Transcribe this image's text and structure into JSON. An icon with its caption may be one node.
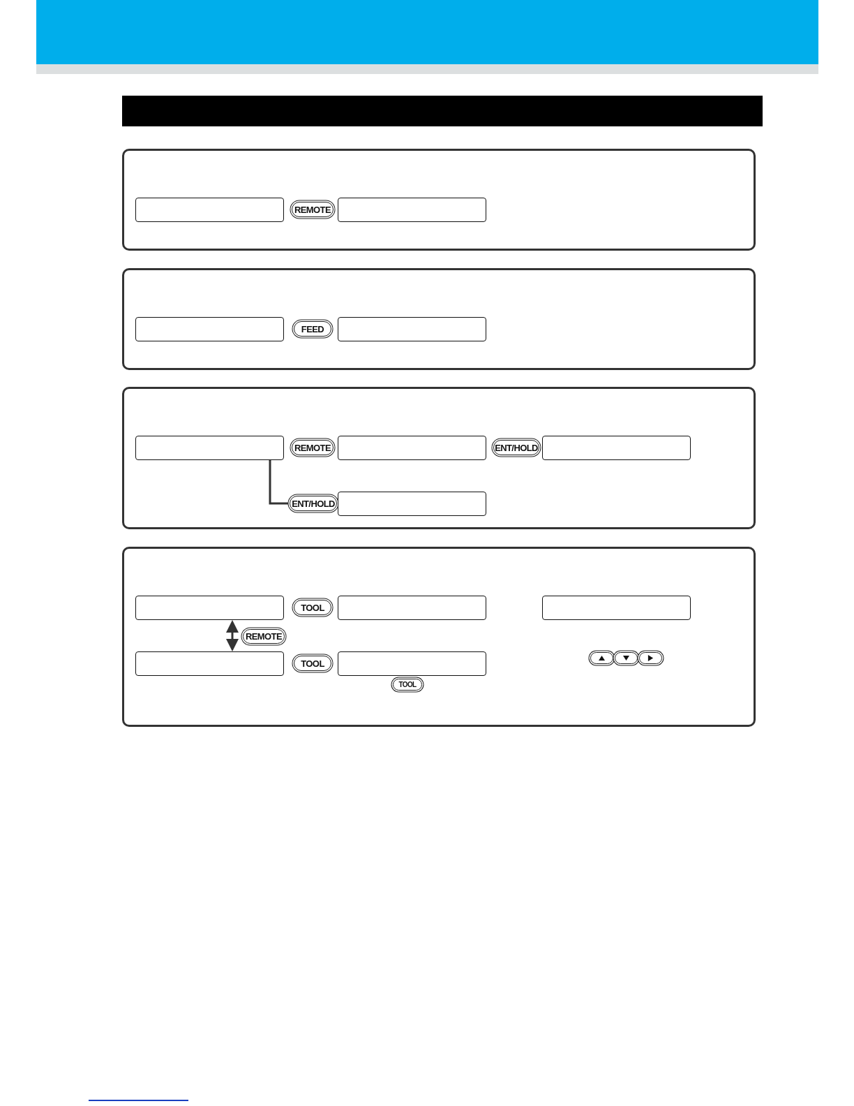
{
  "diagram": {
    "nodes": [
      {
        "text": [],
        "shape": "bar"
      },
      {
        "text": [],
        "shape": "box"
      },
      {
        "text": [],
        "shape": "box",
        "in": 1
      },
      {
        "text": [
          "REMOTE"
        ],
        "in": 1
      },
      {
        "text": [],
        "shape": "box",
        "in": 1
      },
      {
        "text": [],
        "shape": "box"
      },
      {
        "text": [],
        "shape": "box",
        "in": 5
      },
      {
        "text": [
          "FEED"
        ],
        "in": 5
      },
      {
        "text": [],
        "shape": "box",
        "in": 5
      },
      {
        "text": [],
        "shape": "box"
      },
      {
        "text": [],
        "shape": "box",
        "in": 9
      },
      {
        "text": [
          "REMOTE"
        ],
        "in": 9
      },
      {
        "text": [],
        "shape": "box",
        "in": 9
      },
      {
        "text": [
          "ENT/HOLD"
        ],
        "in": 9
      },
      {
        "text": [],
        "shape": "box",
        "in": 9
      },
      {
        "text": [
          "ENT/HOLD"
        ],
        "in": 9
      },
      {
        "text": [],
        "shape": "box",
        "in": 9
      },
      {
        "text": [],
        "shape": "box"
      },
      {
        "text": [],
        "shape": "box",
        "in": 17
      },
      {
        "text": [
          "TOOL"
        ],
        "in": 17
      },
      {
        "text": [],
        "shape": "box",
        "in": 17
      },
      {
        "text": [],
        "shape": "box",
        "in": 17
      },
      {
        "text": [
          "REMOTE"
        ],
        "in": 17
      },
      {
        "text": [],
        "shape": "box",
        "in": 17
      },
      {
        "text": [
          "TOOL"
        ],
        "in": 17
      },
      {
        "text": [],
        "shape": "box",
        "in": 17
      },
      {
        "text": [],
        "shape": "box",
        "in": 17
      },
      {
        "text": [],
        "shape": "box",
        "in": 17
      },
      {
        "text": [],
        "shape": "box",
        "in": 17
      },
      {
        "text": [
          "TOOL"
        ],
        "in": 17
      }
    ],
    "edges": [
      {
        "from": 10,
        "to": 15,
        "arrow": "none"
      },
      {
        "from": 18,
        "to": 23,
        "arrow": "both"
      }
    ]
  }
}
